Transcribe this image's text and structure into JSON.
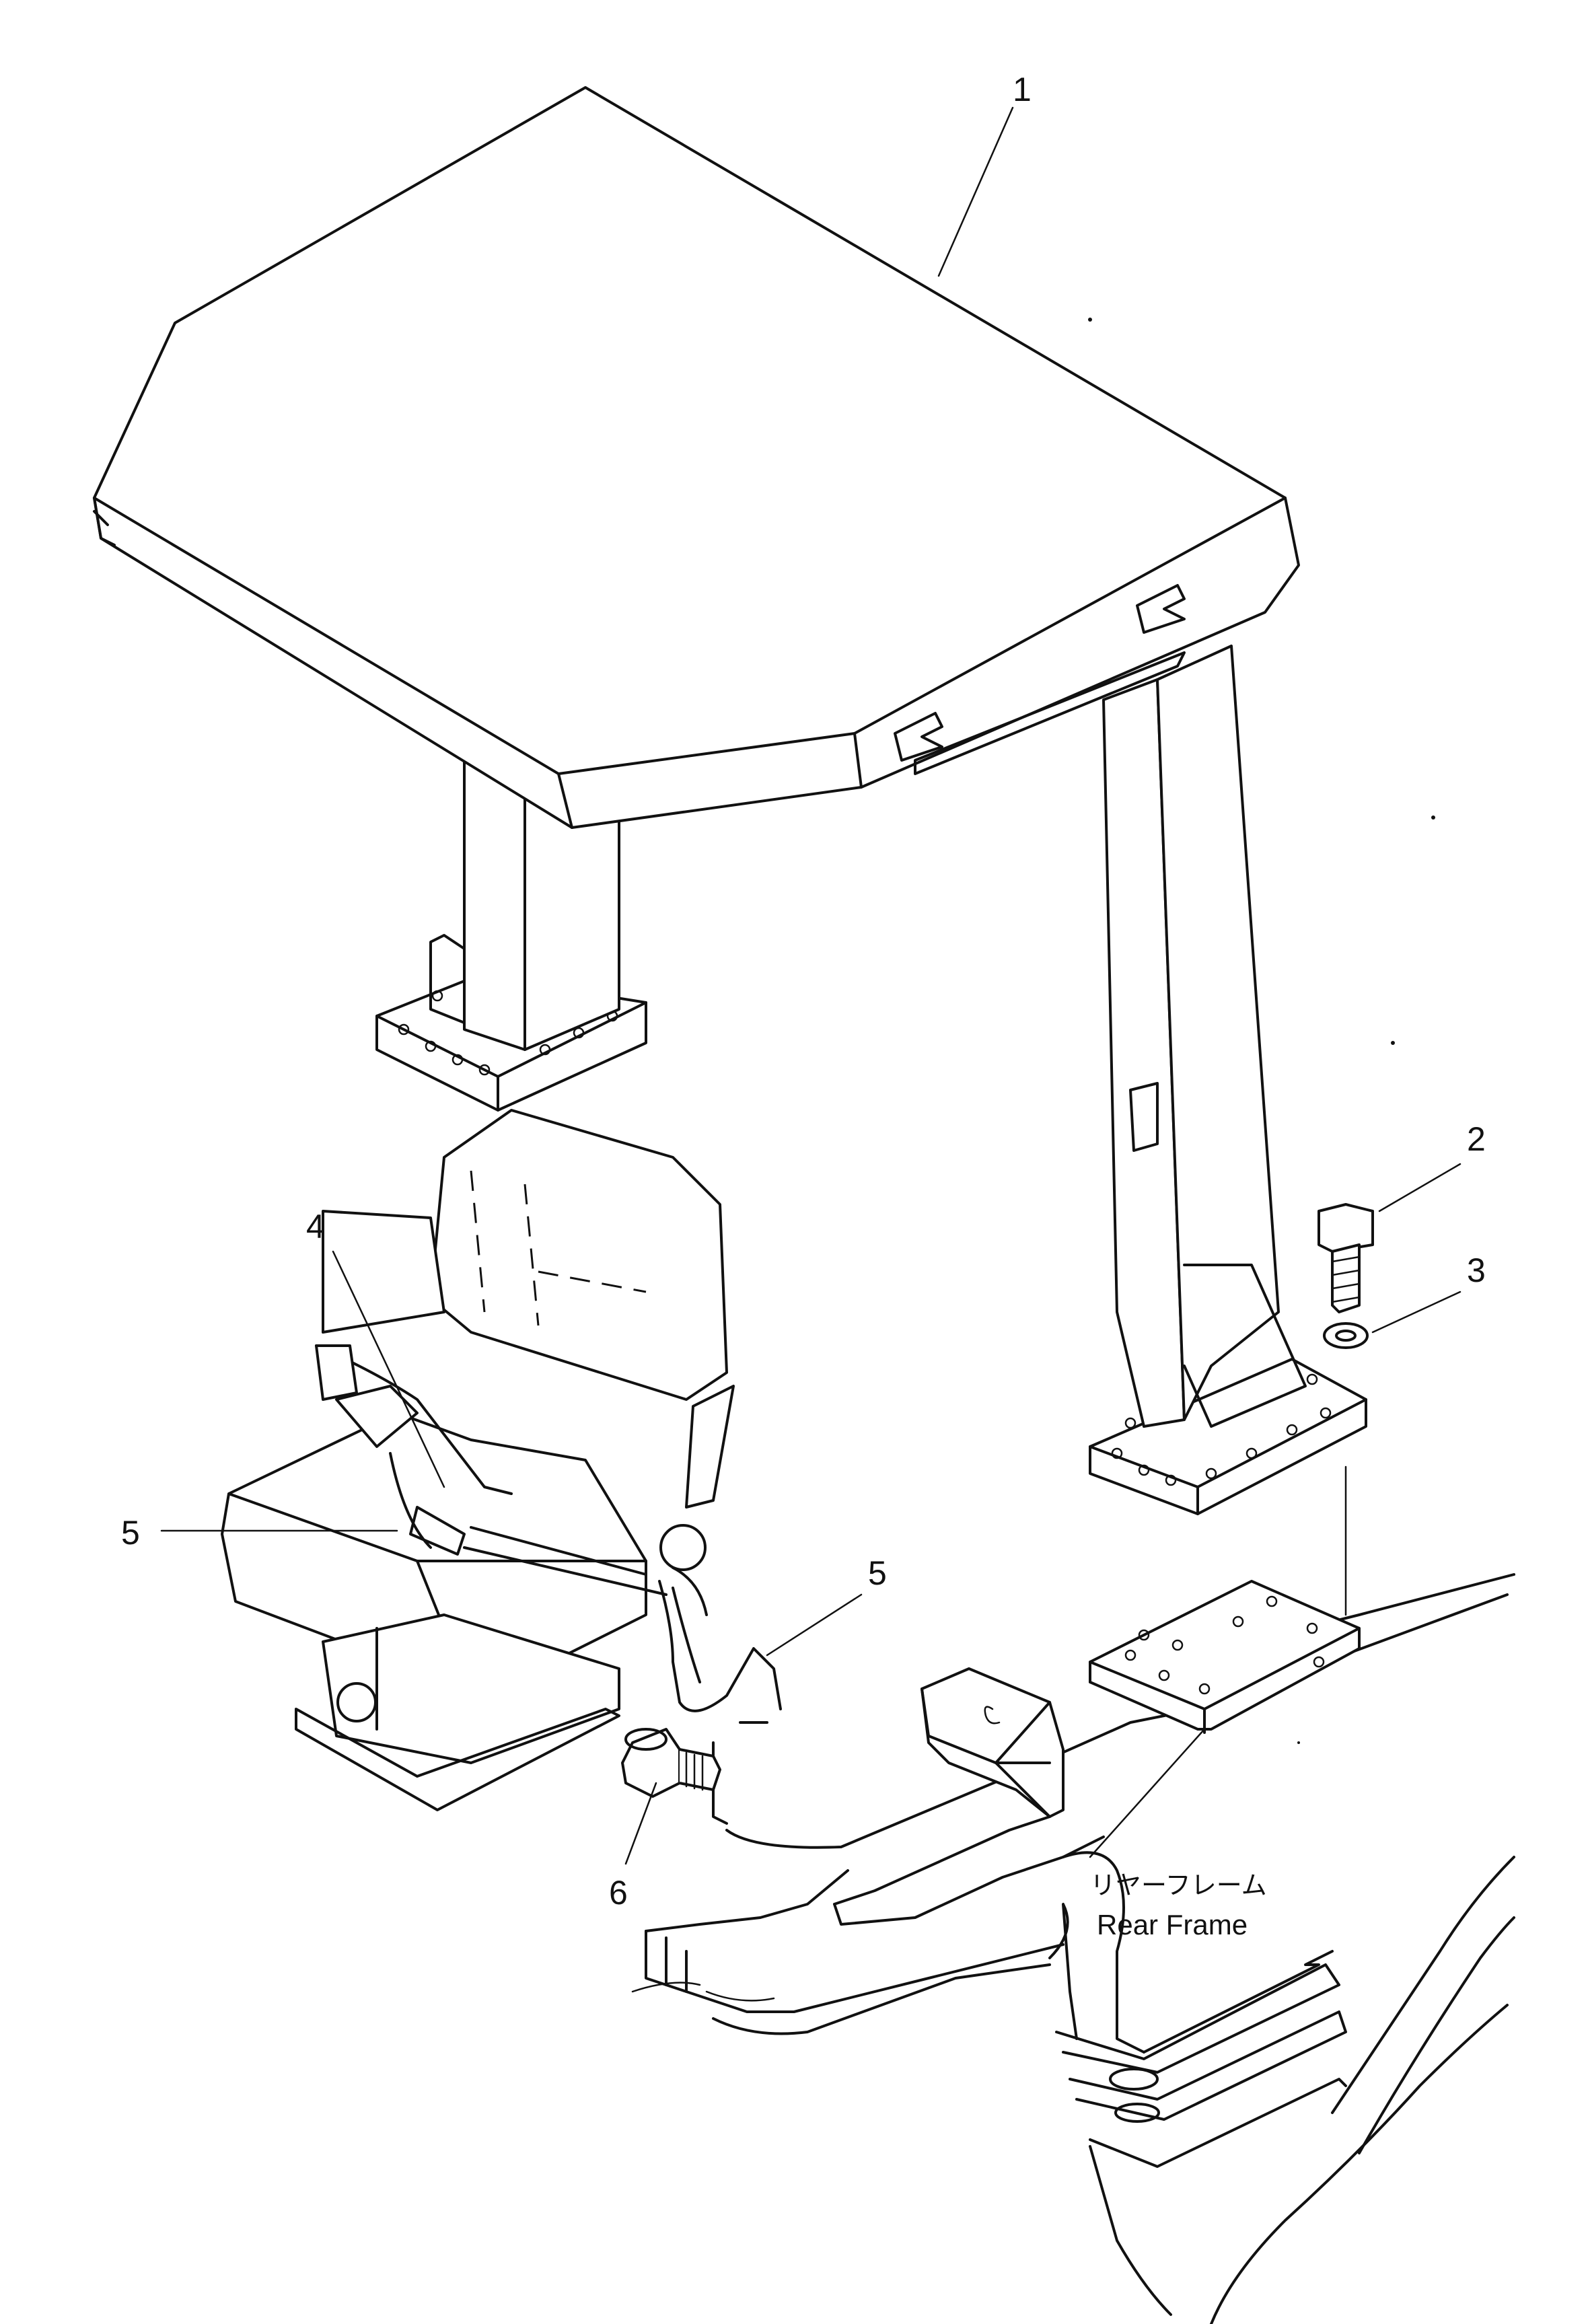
{
  "callouts": [
    {
      "number": "1",
      "part": "canopy-roof"
    },
    {
      "number": "2",
      "part": "bolt"
    },
    {
      "number": "3",
      "part": "washer"
    },
    {
      "number": "4",
      "part": "seat"
    },
    {
      "number": "5",
      "part": "seat-belt"
    },
    {
      "number": "5",
      "part": "seat-belt-anchor"
    },
    {
      "number": "6",
      "part": "mounting-bolt"
    }
  ],
  "frame_label": {
    "japanese": "リヤーフレーム",
    "english": "Rear Frame"
  },
  "colors": {
    "line": "#111111",
    "background": "#ffffff"
  }
}
